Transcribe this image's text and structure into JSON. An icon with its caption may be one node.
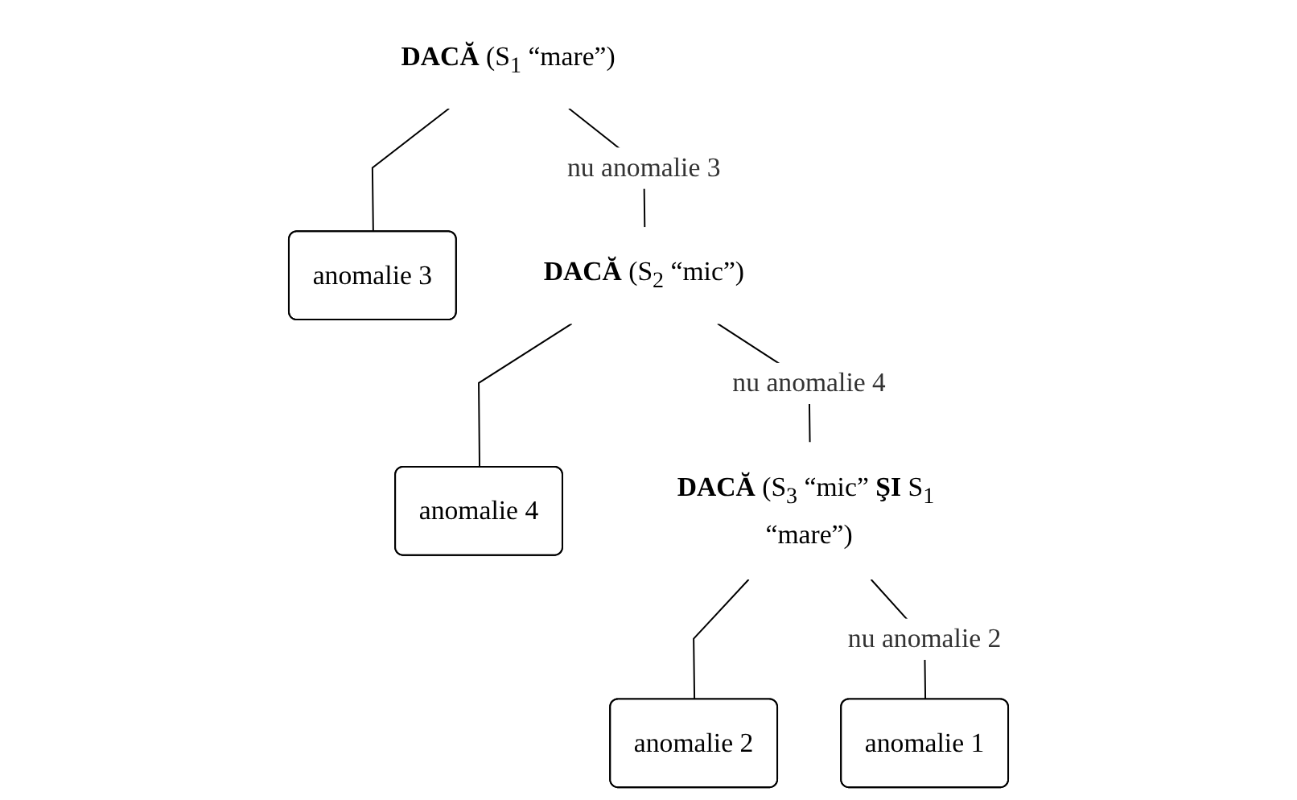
{
  "diagram": {
    "nodes": [
      {
        "text": [
          "**DACĂ** (S$_{1}$ “mare”)"
        ]
      },
      {
        "text": [
          "anomalie 3"
        ]
      },
      {
        "text": [
          "**DACĂ** (S$_{2}$ “mic”)"
        ]
      },
      {
        "text": [
          "anomalie 4"
        ]
      },
      {
        "text": [
          "**DACĂ** (S$_{3}$ “mic” **ŞI** S$_{1}$ “mare”)"
        ]
      },
      {
        "text": [
          "anomalie 2"
        ]
      },
      {
        "text": [
          "anomalie 1"
        ]
      }
    ],
    "edges": [
      {
        "from": 0,
        "to": 1,
        "arrow": "none"
      },
      {
        "from": 0,
        "to": 2,
        "arrow": "none",
        "label": "nu anomalie 3"
      },
      {
        "from": 2,
        "to": 3,
        "arrow": "none"
      },
      {
        "from": 2,
        "to": 4,
        "arrow": "none",
        "label": "nu anomalie 4"
      },
      {
        "from": 4,
        "to": 5,
        "arrow": "none"
      },
      {
        "from": 4,
        "to": 6,
        "arrow": "none",
        "label": "nu anomalie 2"
      }
    ]
  }
}
